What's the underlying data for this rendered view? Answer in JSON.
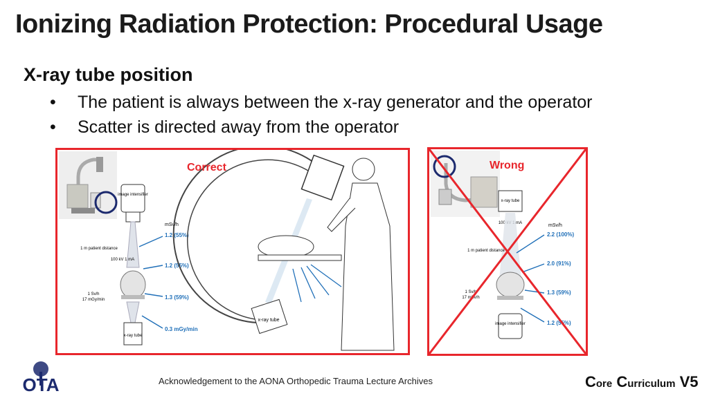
{
  "title": "Ionizing Radiation Protection: Procedural Usage",
  "section_heading": "X-ray tube position",
  "bullets": [
    "The patient is always between the x-ray generator and the operator",
    "Scatter is directed away from the operator"
  ],
  "bullet_symbol": "•",
  "correct_panel": {
    "label": "Correct",
    "image_intensifier": "image intensifier",
    "xray_tube": "x-ray tube",
    "msv_h": "mSv/h",
    "dose1": "1.2 (55%)",
    "dose2": "1.2 (55%)",
    "dose3": "1.3 (59%)",
    "dose4": "0.3 mGy/min",
    "patient_distance": "1 m patient distance",
    "kv_ma": "100 kV 1 mA",
    "sv_line1": "1 Sv/h",
    "sv_line2": "17 mGy/min",
    "drawing_tube": "x-ray tube"
  },
  "wrong_panel": {
    "label": "Wrong",
    "xray_tube": "x-ray tube",
    "kv_ma": "100 kV 1 mA",
    "msv_h": "mSv/h",
    "dose1": "2.2 (100%)",
    "dose2": "2.0 (91%)",
    "dose3": "1.3 (59%)",
    "dose4": "1.2 (55%)",
    "patient_distance": "1 m patient distance",
    "sv_line1": "1 Sv/h",
    "sv_line2": "17 mSv/h",
    "image_intensifier": "image intensifier"
  },
  "footer": {
    "acknowledgement": "Acknowledgement to the AONA Orthopedic Trauma Lecture Archives",
    "cc_C1": "C",
    "cc_ore": "ore",
    "cc_C2": "C",
    "cc_urriculum": "urriculum",
    "cc_version": "V5",
    "logo_text": "OTA"
  },
  "colors": {
    "accent_red": "#e8262c",
    "dose_blue": "#1f6fb8",
    "circle_navy": "#1c2a6e"
  }
}
